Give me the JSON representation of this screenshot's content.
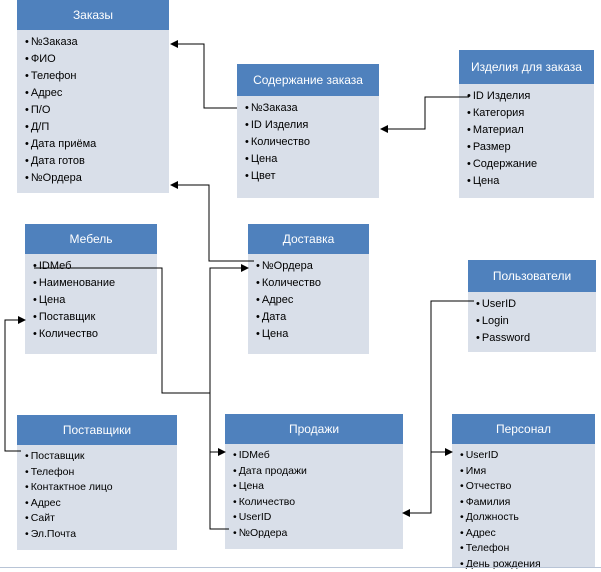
{
  "entities": {
    "orders": {
      "title": "Заказы",
      "fields": [
        "№Заказа",
        "ФИО",
        "Телефон",
        "Адрес",
        "П/О",
        "Д/П",
        "Дата приёма",
        "Дата готов",
        "№Ордера"
      ]
    },
    "contents": {
      "title": "Содержание заказа",
      "fields": [
        "№Заказа",
        "ID Изделия",
        "Количество",
        "Цена",
        "Цвет"
      ]
    },
    "products": {
      "title": "Изделия для заказа",
      "fields": [
        "ID Изделия",
        "Категория",
        "Материал",
        "Размер",
        "Содержание",
        "Цена"
      ]
    },
    "furniture": {
      "title": "Мебель",
      "fields": [
        "IDМеб",
        "Наименование",
        "Цена",
        "Поставщик",
        "Количество"
      ]
    },
    "delivery": {
      "title": "Доставка",
      "fields": [
        "№Ордера",
        "Количество",
        "Адрес",
        "Дата",
        "Цена"
      ]
    },
    "users": {
      "title": "Пользователи",
      "fields": [
        "UserID",
        "Login",
        "Password"
      ]
    },
    "suppliers": {
      "title": "Поставщики",
      "fields": [
        "Поставщик",
        "Телефон",
        "Контактное лицо",
        "Адрес",
        "Сайт",
        "Эл.Почта"
      ]
    },
    "sales": {
      "title": "Продажи",
      "fields": [
        "IDМеб",
        "Дата продажи",
        "Цена",
        "Количество",
        "UserID",
        "№Ордера"
      ]
    },
    "staff": {
      "title": "Персонал",
      "fields": [
        "UserID",
        "Имя",
        "Отчество",
        "Фамилия",
        "Должность",
        "Адрес",
        "Телефон",
        "День рождения"
      ]
    }
  },
  "colors": {
    "header": "#4f81bd",
    "body": "#d9dfe9",
    "header_text": "#ffffff",
    "connector": "#000000"
  }
}
